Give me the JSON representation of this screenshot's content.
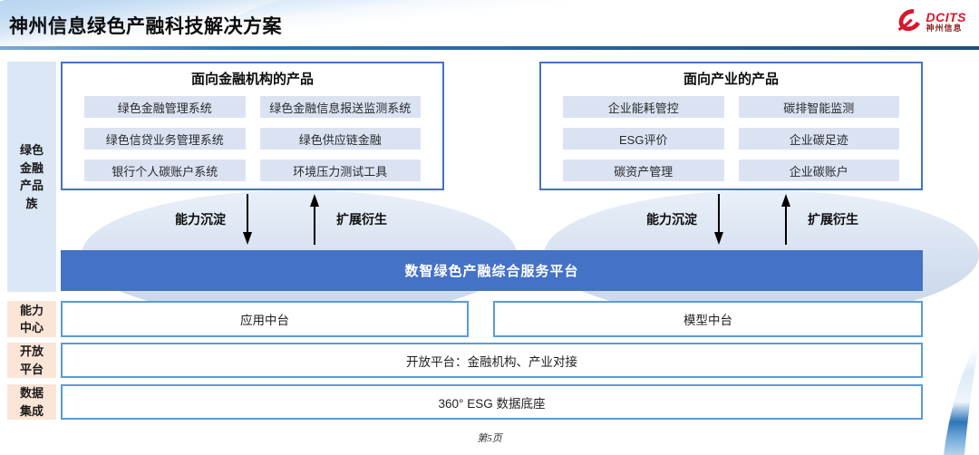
{
  "header": {
    "title": "神州信息绿色产融科技解决方案",
    "logo": {
      "brand": "DCITS",
      "brand_cn": "神州信息"
    }
  },
  "sidebar": {
    "product_family": "绿色\n金融\n产品\n族",
    "capability_center": "能力\n中心",
    "open_platform": "开放\n平台",
    "data_integration": "数据\n集成"
  },
  "product_groups": [
    {
      "title": "面向金融机构的产品",
      "items": [
        "绿色金融管理系统",
        "绿色金融信息报送监测系统",
        "绿色信贷业务管理系统",
        "绿色供应链金融",
        "银行个人碳账户系统",
        "环境压力测试工具"
      ]
    },
    {
      "title": "面向产业的产品",
      "items": [
        "企业能耗管控",
        "碳排智能监测",
        "ESG评价",
        "企业碳足迹",
        "碳资产管理",
        "企业碳账户"
      ]
    }
  ],
  "arrows": {
    "down_label": "能力沉淀",
    "up_label": "扩展衍生"
  },
  "platform_bar": {
    "label": "数智绿色产融综合服务平台"
  },
  "middle_row": {
    "left": "应用中台",
    "right": "模型中台"
  },
  "open_row": {
    "label": "开放平台：金融机构、产业对接"
  },
  "data_row": {
    "label": "360° ESG 数据底座"
  },
  "footer": {
    "page_label": "第5页"
  },
  "colors": {
    "accent_blue": "#4472c4",
    "box_border_blue": "#5b9bd5",
    "item_bg": "#dbe3f3",
    "sidebar_blue": "#dbe7f5",
    "sidebar_peach": "#fbe5d6",
    "logo_red": "#d7182a"
  }
}
